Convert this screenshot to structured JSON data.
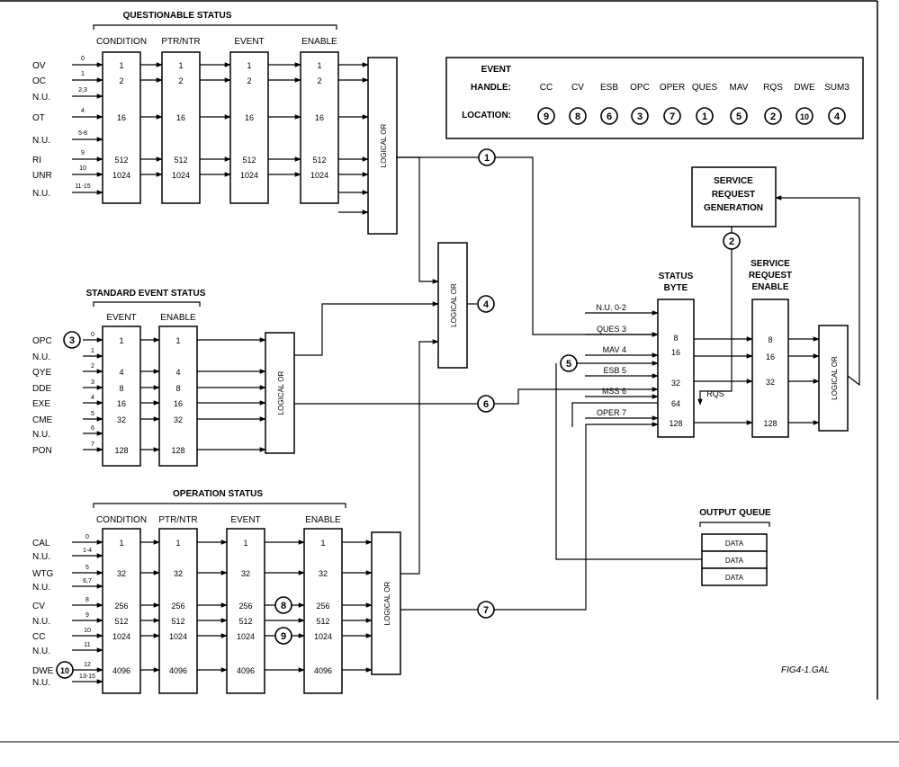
{
  "figure_id": "FIG4-1.GAL",
  "questionable": {
    "title": "QUESTIONABLE STATUS",
    "headers": [
      "CONDITION",
      "PTR/NTR",
      "EVENT",
      "ENABLE"
    ],
    "rows": [
      {
        "label": "OV",
        "bit": "0",
        "value": "1"
      },
      {
        "label": "OC",
        "bit": "1",
        "value": "2"
      },
      {
        "label": "N.U.",
        "bit": "2,3",
        "value": ""
      },
      {
        "label": "OT",
        "bit": "4",
        "value": "16"
      },
      {
        "label": "N.U.",
        "bit": "5-8",
        "value": ""
      },
      {
        "label": "RI",
        "bit": "9",
        "value": "512"
      },
      {
        "label": "UNR",
        "bit": "10",
        "value": "1024"
      },
      {
        "label": "N.U.",
        "bit": "11-15",
        "value": ""
      }
    ]
  },
  "standard_event": {
    "title": "STANDARD EVENT STATUS",
    "headers": [
      "EVENT",
      "ENABLE"
    ],
    "rows": [
      {
        "label": "OPC",
        "bit": "0",
        "value": "1"
      },
      {
        "label": "N.U.",
        "bit": "1",
        "value": ""
      },
      {
        "label": "QYE",
        "bit": "2",
        "value": "4"
      },
      {
        "label": "DDE",
        "bit": "3",
        "value": "8"
      },
      {
        "label": "EXE",
        "bit": "4",
        "value": "16"
      },
      {
        "label": "CME",
        "bit": "5",
        "value": "32"
      },
      {
        "label": "N.U.",
        "bit": "6",
        "value": ""
      },
      {
        "label": "PON",
        "bit": "7",
        "value": "128"
      }
    ]
  },
  "operation": {
    "title": "OPERATION STATUS",
    "headers": [
      "CONDITION",
      "PTR/NTR",
      "EVENT",
      "ENABLE"
    ],
    "rows": [
      {
        "label": "CAL",
        "bit": "0",
        "value": "1"
      },
      {
        "label": "N.U.",
        "bit": "1-4",
        "value": ""
      },
      {
        "label": "WTG",
        "bit": "5",
        "value": "32"
      },
      {
        "label": "N.U.",
        "bit": "6,7",
        "value": ""
      },
      {
        "label": "CV",
        "bit": "8",
        "value": "256"
      },
      {
        "label": "N.U.",
        "bit": "9",
        "value": "512"
      },
      {
        "label": "CC",
        "bit": "10",
        "value": "1024"
      },
      {
        "label": "N.U.",
        "bit": "11",
        "value": ""
      },
      {
        "label": "DWE",
        "bit": "12",
        "value": "4096"
      },
      {
        "label": "N.U.",
        "bit": "13-15",
        "value": ""
      }
    ]
  },
  "logical_or_label": "LOGICAL OR",
  "status_byte": {
    "title_lines": [
      "STATUS",
      "BYTE"
    ],
    "inputs": [
      {
        "label": "N.U.",
        "bit": "0-2",
        "value": ""
      },
      {
        "label": "QUES",
        "bit": "3",
        "value": "8"
      },
      {
        "label": "MAV",
        "bit": "4",
        "value": "16"
      },
      {
        "label": "ESB",
        "bit": "5",
        "value": "32"
      },
      {
        "label": "MSS",
        "bit": "6",
        "value": "64"
      },
      {
        "label": "OPER",
        "bit": "7",
        "value": "128"
      }
    ],
    "rqs": "RQS"
  },
  "service_request_enable": {
    "title_lines": [
      "SERVICE",
      "REQUEST",
      "ENABLE"
    ],
    "values": [
      "8",
      "16",
      "32",
      "128"
    ]
  },
  "service_request_generation": {
    "lines": [
      "SERVICE",
      "REQUEST",
      "GENERATION"
    ]
  },
  "output_queue": {
    "title": "OUTPUT QUEUE",
    "items": [
      "DATA",
      "DATA",
      "DATA"
    ]
  },
  "event_table": {
    "row_labels": [
      "EVENT",
      "HANDLE:",
      "LOCATION:"
    ],
    "handles": [
      "CC",
      "CV",
      "ESB",
      "OPC",
      "OPER",
      "QUES",
      "MAV",
      "RQS",
      "DWE",
      "SUM3"
    ],
    "locations": [
      "9",
      "8",
      "6",
      "3",
      "7",
      "1",
      "5",
      "2",
      "10",
      "4"
    ]
  },
  "markers": {
    "ques": "1",
    "rqs": "2",
    "opc": "3",
    "sum3": "4",
    "mav": "5",
    "esb": "6",
    "oper": "7",
    "cv": "8",
    "cc": "9",
    "dwe": "10"
  }
}
